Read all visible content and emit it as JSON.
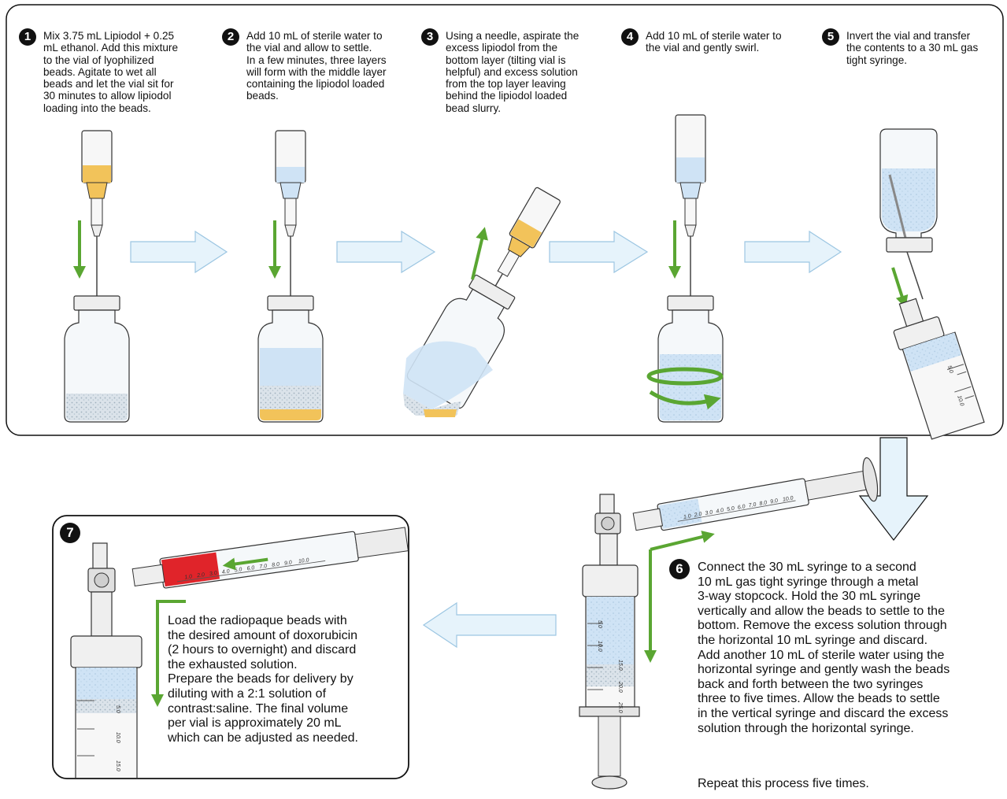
{
  "steps": [
    {
      "number": "1",
      "text": "Mix 3.75 mL Lipiodol + 0.25\nmL ethanol. Add this mixture\nto the vial of lyophilized\nbeads. Agitate to wet all\nbeads and let the vial sit for\n30 minutes to allow lipiodol\nloading into the beads."
    },
    {
      "number": "2",
      "text": "Add 10 mL of sterile water to\nthe vial and allow to settle.\nIn a few minutes, three layers\nwill form with the middle layer\ncontaining the lipiodol loaded\nbeads."
    },
    {
      "number": "3",
      "text": "Using a needle, aspirate the\nexcess lipiodol from the\nbottom layer (tilting vial is\nhelpful) and excess solution\nfrom the top layer leaving\nbehind the lipiodol loaded\nbead slurry."
    },
    {
      "number": "4",
      "text": "Add 10 mL of sterile water to\nthe vial and gently swirl."
    },
    {
      "number": "5",
      "text": "Invert the vial and transfer\nthe contents to a 30 mL gas\ntight syringe."
    },
    {
      "number": "6",
      "text": "Connect the 30 mL syringe to a second\n10 mL gas tight syringe through a metal\n3-way stopcock. Hold the 30 mL syringe\nvertically and allow the beads to settle to the\nbottom. Remove the excess solution through\nthe horizontal 10 mL syringe and discard.\nAdd another 10 mL of sterile water using the\nhorizontal syringe and gently wash the beads\nback and forth between the two syringes\nthree to five times. Allow the beads to settle\nin the vertical syringe and discard the excess\nsolution through the horizontal syringe.",
      "repeat": "Repeat this process five times."
    },
    {
      "number": "7",
      "text": "Load the radiopaque beads with\nthe desired amount of doxorubicin\n(2 hours to overnight) and discard\nthe exhausted solution.\nPrepare the beads for delivery by\ndiluting with a 2:1 solution of\ncontrast:saline. The final volume\nper vial is approximately 20 mL\nwhich can be adjusted as needed."
    }
  ],
  "syringe_scales": {
    "step5": [
      "5.0",
      "10.0"
    ],
    "step6_horizontal": [
      "1.0",
      "2.0",
      "3.0",
      "4.0",
      "5.0",
      "6.0",
      "7.0",
      "8.0",
      "9.0",
      "10.0"
    ],
    "step6_vertical": [
      "5.0",
      "10.0",
      "15.0",
      "20.0",
      "25.0"
    ],
    "step7_horizontal": [
      "1.0",
      "2.0",
      "3.0",
      "4.0",
      "5.0",
      "6.0",
      "7.0",
      "8.0",
      "9.0",
      "10.0"
    ],
    "step7_vertical": [
      "5.0",
      "10.0",
      "15.0"
    ]
  },
  "colors": {
    "lipiodol": "#f2c35a",
    "water": "#cfe3f5",
    "beads": "#cfd8df",
    "arrow_green": "#5aa632",
    "flow_arrow": "#e6f3fb",
    "doxorubicin": "#e0242a"
  }
}
